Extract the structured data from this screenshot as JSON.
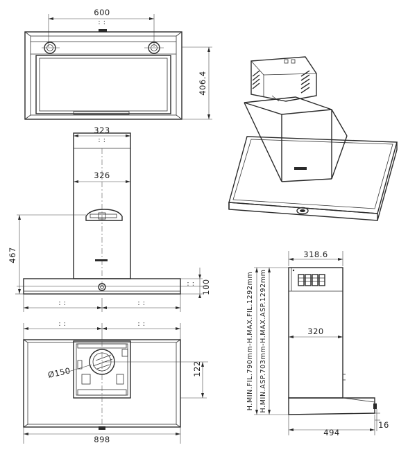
{
  "front_view": {
    "width_label": "600",
    "height_label": "406.4"
  },
  "side_view": {
    "chimney_width_outer": "323",
    "chimney_width_inner": "326",
    "vertical_label": "467",
    "canopy_height_label": "100"
  },
  "bottom_view": {
    "duct_diameter_label": "Ø150",
    "offset_label": "122",
    "total_width_label": "898"
  },
  "profile_view": {
    "top_width_label": "318.6",
    "mid_width_label": "320",
    "depth_label": "494",
    "canopy_thickness_label": "16",
    "height_note_1": "H.MIN.FIL.790mm-H.MAX.FIL.1292mm",
    "height_note_2": "H.MIN.ASP.703mm-H.MAX.ASP.1292mm"
  },
  "colors": {
    "line": "#2a2a2a",
    "background": "#ffffff"
  }
}
